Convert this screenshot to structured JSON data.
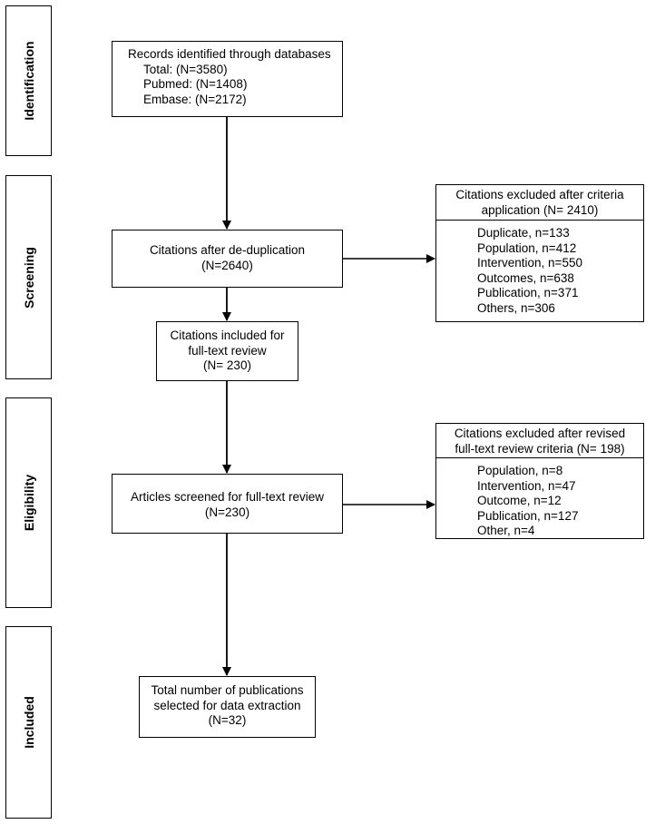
{
  "phases": {
    "identification": "Identification",
    "screening": "Screening",
    "eligibility": "Eligibility",
    "included": "Included"
  },
  "boxes": {
    "records": {
      "title": "Records identified through databases",
      "total": "Total: (N=3580)",
      "pubmed": "Pubmed: (N=1408)",
      "embase": "Embase: (N=2172)"
    },
    "dedup": {
      "line1": "Citations after de-duplication",
      "line2": "(N=2640)"
    },
    "excluded_criteria": {
      "header_line1": "Citations excluded after criteria",
      "header_line2": "application (N= 2410)",
      "items": [
        "Duplicate, n=133",
        "Population, n=412",
        "Intervention, n=550",
        "Outcomes, n=638",
        "Publication, n=371",
        "Others, n=306"
      ]
    },
    "fulltext_included": {
      "line1": "Citations included for",
      "line2": "full-text review",
      "line3": "(N= 230)"
    },
    "fulltext_screened": {
      "line1": "Articles screened for full-text review",
      "line2": "(N=230)"
    },
    "excluded_revised": {
      "header_line1": "Citations excluded after revised",
      "header_line2": "full-text review criteria (N= 198)",
      "items": [
        "Population, n=8",
        "Intervention, n=47",
        "Outcome, n=12",
        "Publication, n=127",
        "Other, n=4"
      ]
    },
    "final": {
      "line1": "Total number of publications",
      "line2": "selected for data extraction",
      "line3": "(N=32)"
    }
  }
}
